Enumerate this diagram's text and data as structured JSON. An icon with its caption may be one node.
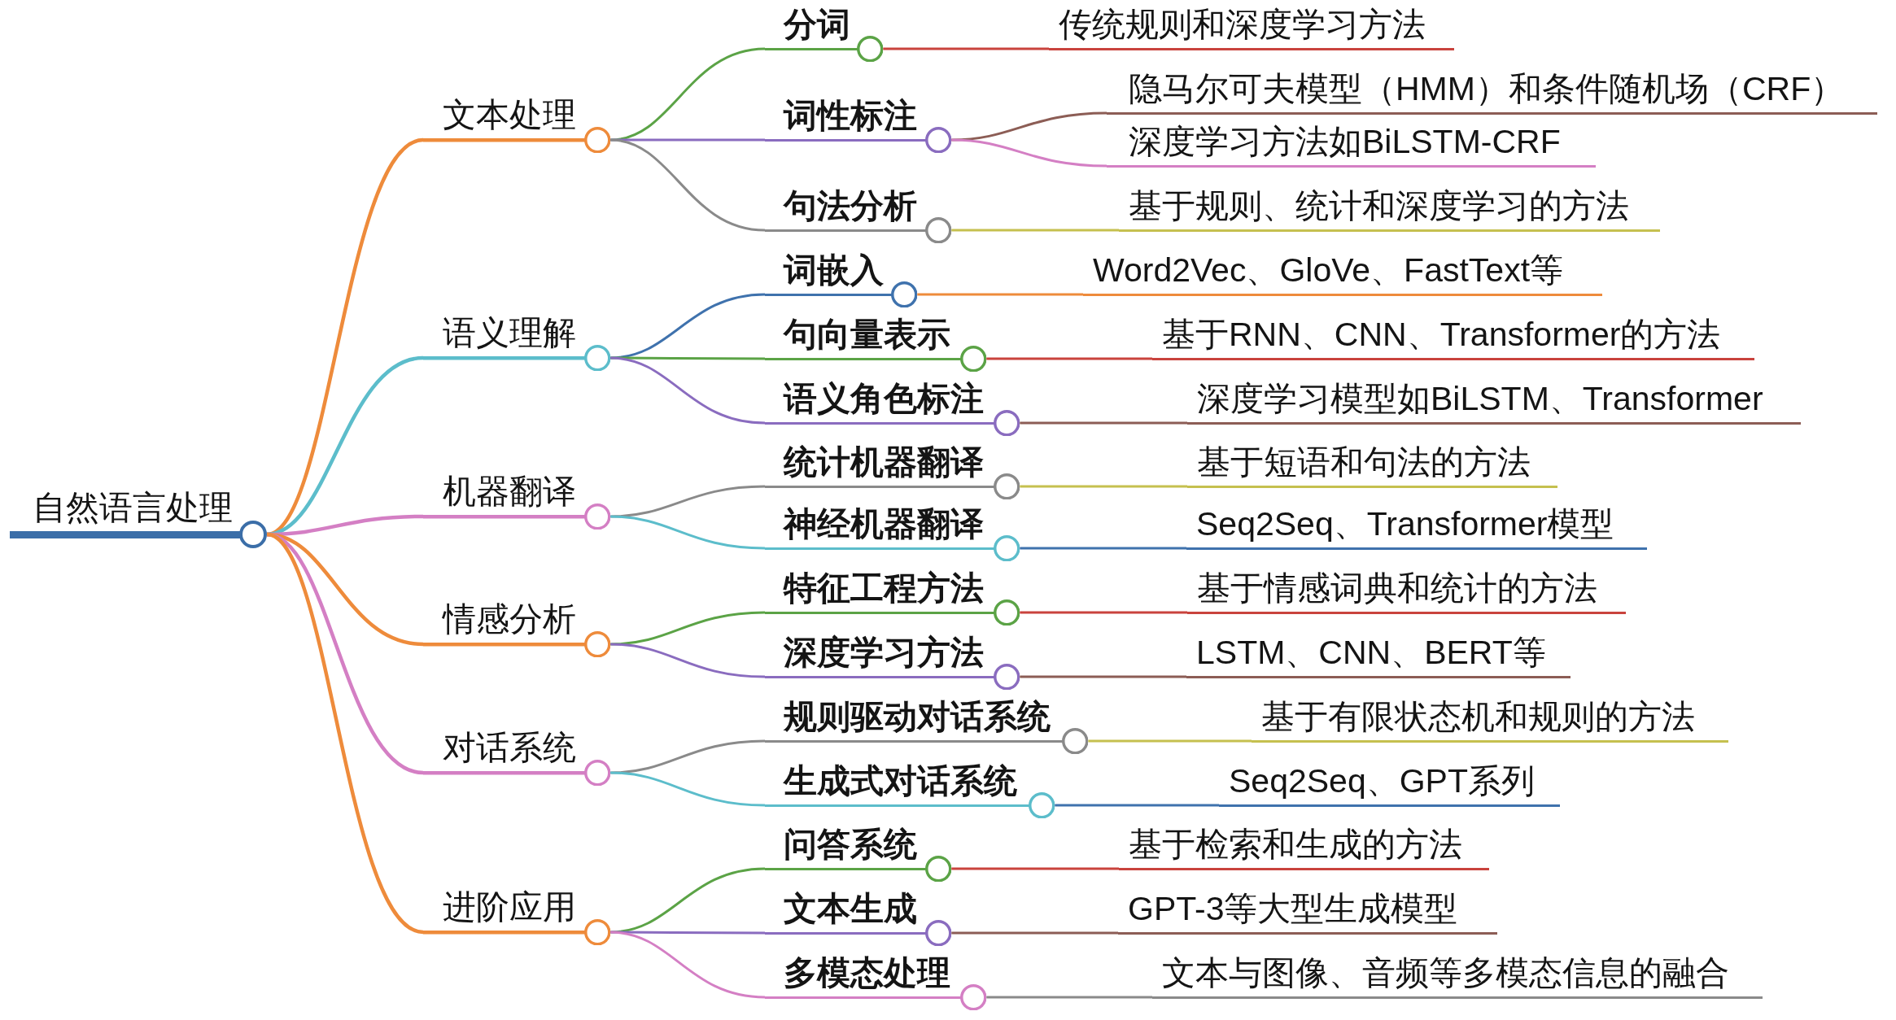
{
  "diagram": {
    "nodes": [
      {
        "text": [
          "自然语言处理"
        ]
      },
      {
        "text": [
          "文本处理"
        ]
      },
      {
        "text": [
          "分词"
        ]
      },
      {
        "text": [
          "传统规则和深度学习方法"
        ]
      },
      {
        "text": [
          "词性标注"
        ]
      },
      {
        "text": [
          "隐马尔可夫模型（HMM）和条件随机场（CRF）"
        ]
      },
      {
        "text": [
          "深度学习方法如BiLSTM-CRF"
        ]
      },
      {
        "text": [
          "句法分析"
        ]
      },
      {
        "text": [
          "基于规则、统计和深度学习的方法"
        ]
      },
      {
        "text": [
          "语义理解"
        ]
      },
      {
        "text": [
          "词嵌入"
        ]
      },
      {
        "text": [
          "Word2Vec、GloVe、FastText等"
        ]
      },
      {
        "text": [
          "句向量表示"
        ]
      },
      {
        "text": [
          "基于RNN、CNN、Transformer的方法"
        ]
      },
      {
        "text": [
          "语义角色标注"
        ]
      },
      {
        "text": [
          "深度学习模型如BiLSTM、Transformer"
        ]
      },
      {
        "text": [
          "机器翻译"
        ]
      },
      {
        "text": [
          "统计机器翻译"
        ]
      },
      {
        "text": [
          "基于短语和句法的方法"
        ]
      },
      {
        "text": [
          "神经机器翻译"
        ]
      },
      {
        "text": [
          "Seq2Seq、Transformer模型"
        ]
      },
      {
        "text": [
          "情感分析"
        ]
      },
      {
        "text": [
          "特征工程方法"
        ]
      },
      {
        "text": [
          "基于情感词典和统计的方法"
        ]
      },
      {
        "text": [
          "深度学习方法"
        ]
      },
      {
        "text": [
          "LSTM、CNN、BERT等"
        ]
      },
      {
        "text": [
          "对话系统"
        ]
      },
      {
        "text": [
          "规则驱动对话系统"
        ]
      },
      {
        "text": [
          "基于有限状态机和规则的方法"
        ]
      },
      {
        "text": [
          "生成式对话系统"
        ]
      },
      {
        "text": [
          "Seq2Seq、GPT系列"
        ]
      },
      {
        "text": [
          "进阶应用"
        ]
      },
      {
        "text": [
          "问答系统"
        ]
      },
      {
        "text": [
          "基于检索和生成的方法"
        ]
      },
      {
        "text": [
          "文本生成"
        ]
      },
      {
        "text": [
          "GPT-3等大型生成模型"
        ]
      },
      {
        "text": [
          "多模态处理"
        ]
      },
      {
        "text": [
          "文本与图像、音频等多模态信息的融合"
        ]
      }
    ],
    "edges": [
      {
        "from": 0,
        "to": 1,
        "arrow": "none",
        "color": "#ee8b3b"
      },
      {
        "from": 0,
        "to": 9,
        "arrow": "none",
        "color": "#5cbdcb"
      },
      {
        "from": 0,
        "to": 16,
        "arrow": "none",
        "color": "#d47fc4"
      },
      {
        "from": 0,
        "to": 21,
        "arrow": "none",
        "color": "#ee8b3b"
      },
      {
        "from": 0,
        "to": 26,
        "arrow": "none",
        "color": "#d47fc4"
      },
      {
        "from": 0,
        "to": 31,
        "arrow": "none",
        "color": "#ee8b3b"
      },
      {
        "from": 1,
        "to": 2,
        "arrow": "none",
        "color": "#5ba346"
      },
      {
        "from": 2,
        "to": 3,
        "arrow": "none",
        "color": "#c9433d"
      },
      {
        "from": 1,
        "to": 4,
        "arrow": "none",
        "color": "#8a6cbf"
      },
      {
        "from": 4,
        "to": 5,
        "arrow": "none",
        "color": "#8c5d55"
      },
      {
        "from": 4,
        "to": 6,
        "arrow": "none",
        "color": "#d47fc4"
      },
      {
        "from": 1,
        "to": 7,
        "arrow": "none",
        "color": "#8a8a8a"
      },
      {
        "from": 7,
        "to": 8,
        "arrow": "none",
        "color": "#c5c04f"
      },
      {
        "from": 9,
        "to": 10,
        "arrow": "none",
        "color": "#3f72ad"
      },
      {
        "from": 10,
        "to": 11,
        "arrow": "none",
        "color": "#ee8b3b"
      },
      {
        "from": 9,
        "to": 12,
        "arrow": "none",
        "color": "#5ba346"
      },
      {
        "from": 12,
        "to": 13,
        "arrow": "none",
        "color": "#c9433d"
      },
      {
        "from": 9,
        "to": 14,
        "arrow": "none",
        "color": "#8a6cbf"
      },
      {
        "from": 14,
        "to": 15,
        "arrow": "none",
        "color": "#8c5d55"
      },
      {
        "from": 16,
        "to": 17,
        "arrow": "none",
        "color": "#8a8a8a"
      },
      {
        "from": 17,
        "to": 18,
        "arrow": "none",
        "color": "#c5c04f"
      },
      {
        "from": 16,
        "to": 19,
        "arrow": "none",
        "color": "#5cbdcb"
      },
      {
        "from": 19,
        "to": 20,
        "arrow": "none",
        "color": "#3f72ad"
      },
      {
        "from": 21,
        "to": 22,
        "arrow": "none",
        "color": "#5ba346"
      },
      {
        "from": 22,
        "to": 23,
        "arrow": "none",
        "color": "#c9433d"
      },
      {
        "from": 21,
        "to": 24,
        "arrow": "none",
        "color": "#8a6cbf"
      },
      {
        "from": 24,
        "to": 25,
        "arrow": "none",
        "color": "#8c5d55"
      },
      {
        "from": 26,
        "to": 27,
        "arrow": "none",
        "color": "#8a8a8a"
      },
      {
        "from": 27,
        "to": 28,
        "arrow": "none",
        "color": "#c5c04f"
      },
      {
        "from": 26,
        "to": 29,
        "arrow": "none",
        "color": "#5cbdcb"
      },
      {
        "from": 29,
        "to": 30,
        "arrow": "none",
        "color": "#3f72ad"
      },
      {
        "from": 31,
        "to": 32,
        "arrow": "none",
        "color": "#5ba346"
      },
      {
        "from": 32,
        "to": 33,
        "arrow": "none",
        "color": "#c9433d"
      },
      {
        "from": 31,
        "to": 34,
        "arrow": "none",
        "color": "#8a6cbf"
      },
      {
        "from": 34,
        "to": 35,
        "arrow": "none",
        "color": "#8c5d55"
      },
      {
        "from": 31,
        "to": 36,
        "arrow": "none",
        "color": "#d47fc4"
      },
      {
        "from": 36,
        "to": 37,
        "arrow": "none",
        "color": "#8a8a8a"
      }
    ]
  }
}
